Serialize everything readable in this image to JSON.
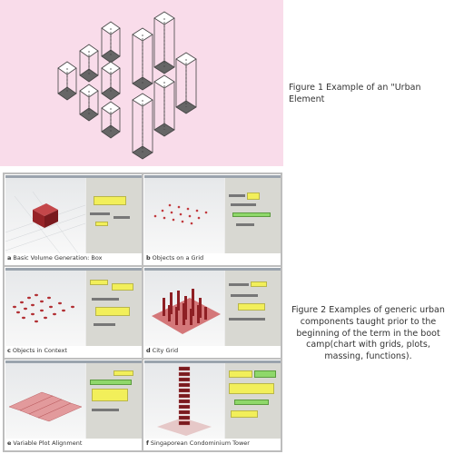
{
  "figure1": {
    "caption": "Figure 1 Example of an \"Urban Element"
  },
  "figure2": {
    "caption": "Figure 2 Examples of generic urban components taught prior to the beginning of the term in the boot camp(chart with grids, plots, massing, functions).",
    "panels": [
      {
        "letter": "a",
        "title": "Basic Volume Generation: Box"
      },
      {
        "letter": "b",
        "title": "Objects on a Grid"
      },
      {
        "letter": "c",
        "title": "Objects in Context"
      },
      {
        "letter": "d",
        "title": "City Grid"
      },
      {
        "letter": "e",
        "title": "Variable Plot Alignment"
      },
      {
        "letter": "f",
        "title": "Singaporean Condominium Tower"
      }
    ]
  },
  "colors": {
    "fig1_background": "#f9dcea",
    "mass_red": "#b02a2a",
    "yellow_panel": "#f2ef5a",
    "green_panel": "#8fd86a"
  }
}
